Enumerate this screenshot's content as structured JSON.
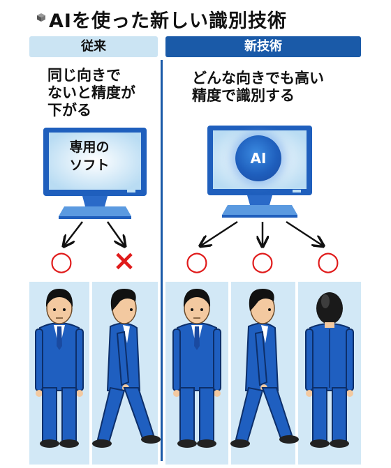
{
  "title": "AIを使った新しい識別技術",
  "headers": {
    "conventional": "従来",
    "new_tech": "新技術"
  },
  "conventional": {
    "description_lines": [
      "同じ向きで",
      "ないと精度が",
      "下がる"
    ],
    "screen_lines": [
      "専用の",
      "ソフト"
    ],
    "results": [
      "○",
      "×"
    ]
  },
  "new_tech": {
    "description_lines": [
      "どんな向きでも高い",
      "精度で識別する"
    ],
    "screen_label": "AI",
    "results": [
      "○",
      "○",
      "○"
    ]
  },
  "colors": {
    "accent_blue": "#1a5aa8",
    "light_blue": "#cbe4f3",
    "panel_blue": "#d2e8f6",
    "mark_red": "#e01b1b",
    "suit_blue": "#1f5fc0"
  }
}
